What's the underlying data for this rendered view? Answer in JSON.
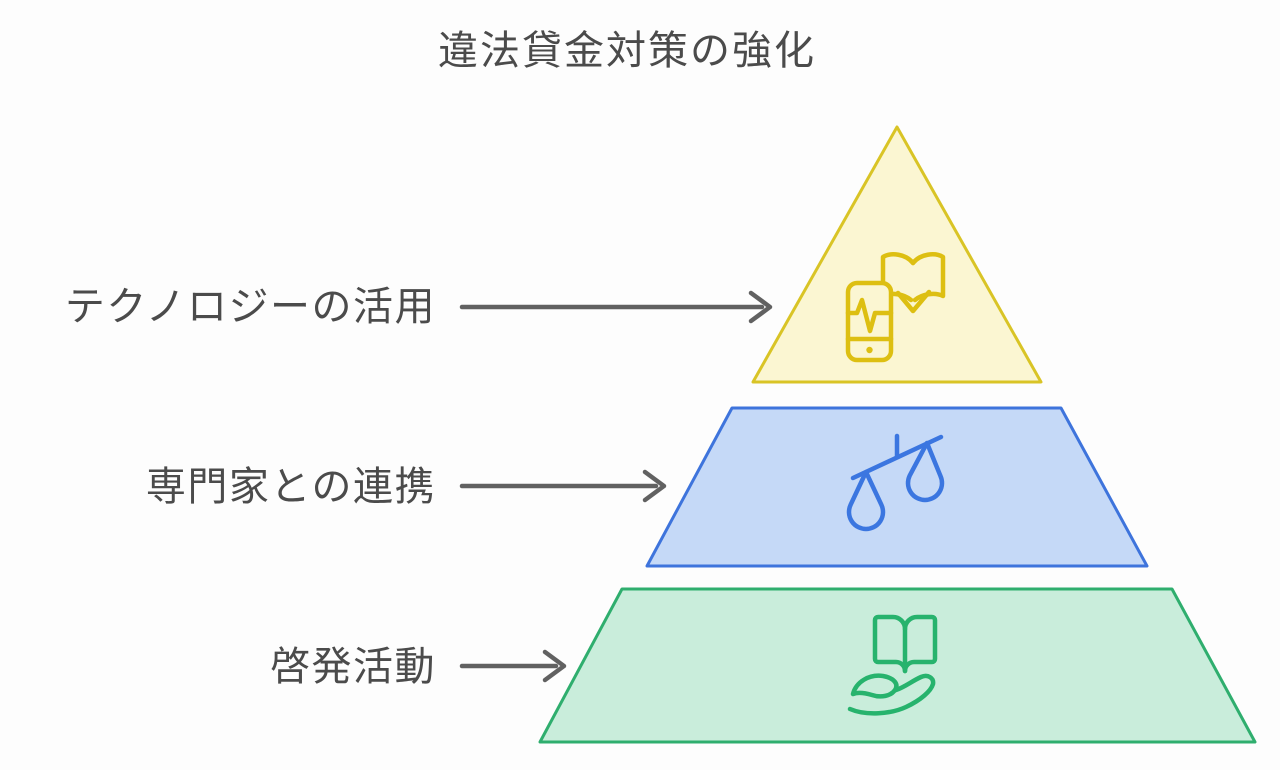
{
  "title": "違法貸金対策の強化",
  "tiers": [
    {
      "id": "technology",
      "label": "テクノロジーの活用",
      "icon": "phone-pulse-book-icon",
      "fill": "#fbf6d2",
      "stroke": "#d9c426",
      "icon_color": "#ddbf12"
    },
    {
      "id": "experts",
      "label": "専門家との連携",
      "icon": "scales-icon",
      "fill": "#c5d9f7",
      "stroke": "#3e74dc",
      "icon_color": "#3b76e0"
    },
    {
      "id": "awareness",
      "label": "啓発活動",
      "icon": "book-hand-icon",
      "fill": "#c9eddb",
      "stroke": "#2fae6e",
      "icon_color": "#27b36d"
    }
  ],
  "colors": {
    "background": "#fdfdfd",
    "text": "#4b4b4b",
    "arrow": "#616161"
  }
}
